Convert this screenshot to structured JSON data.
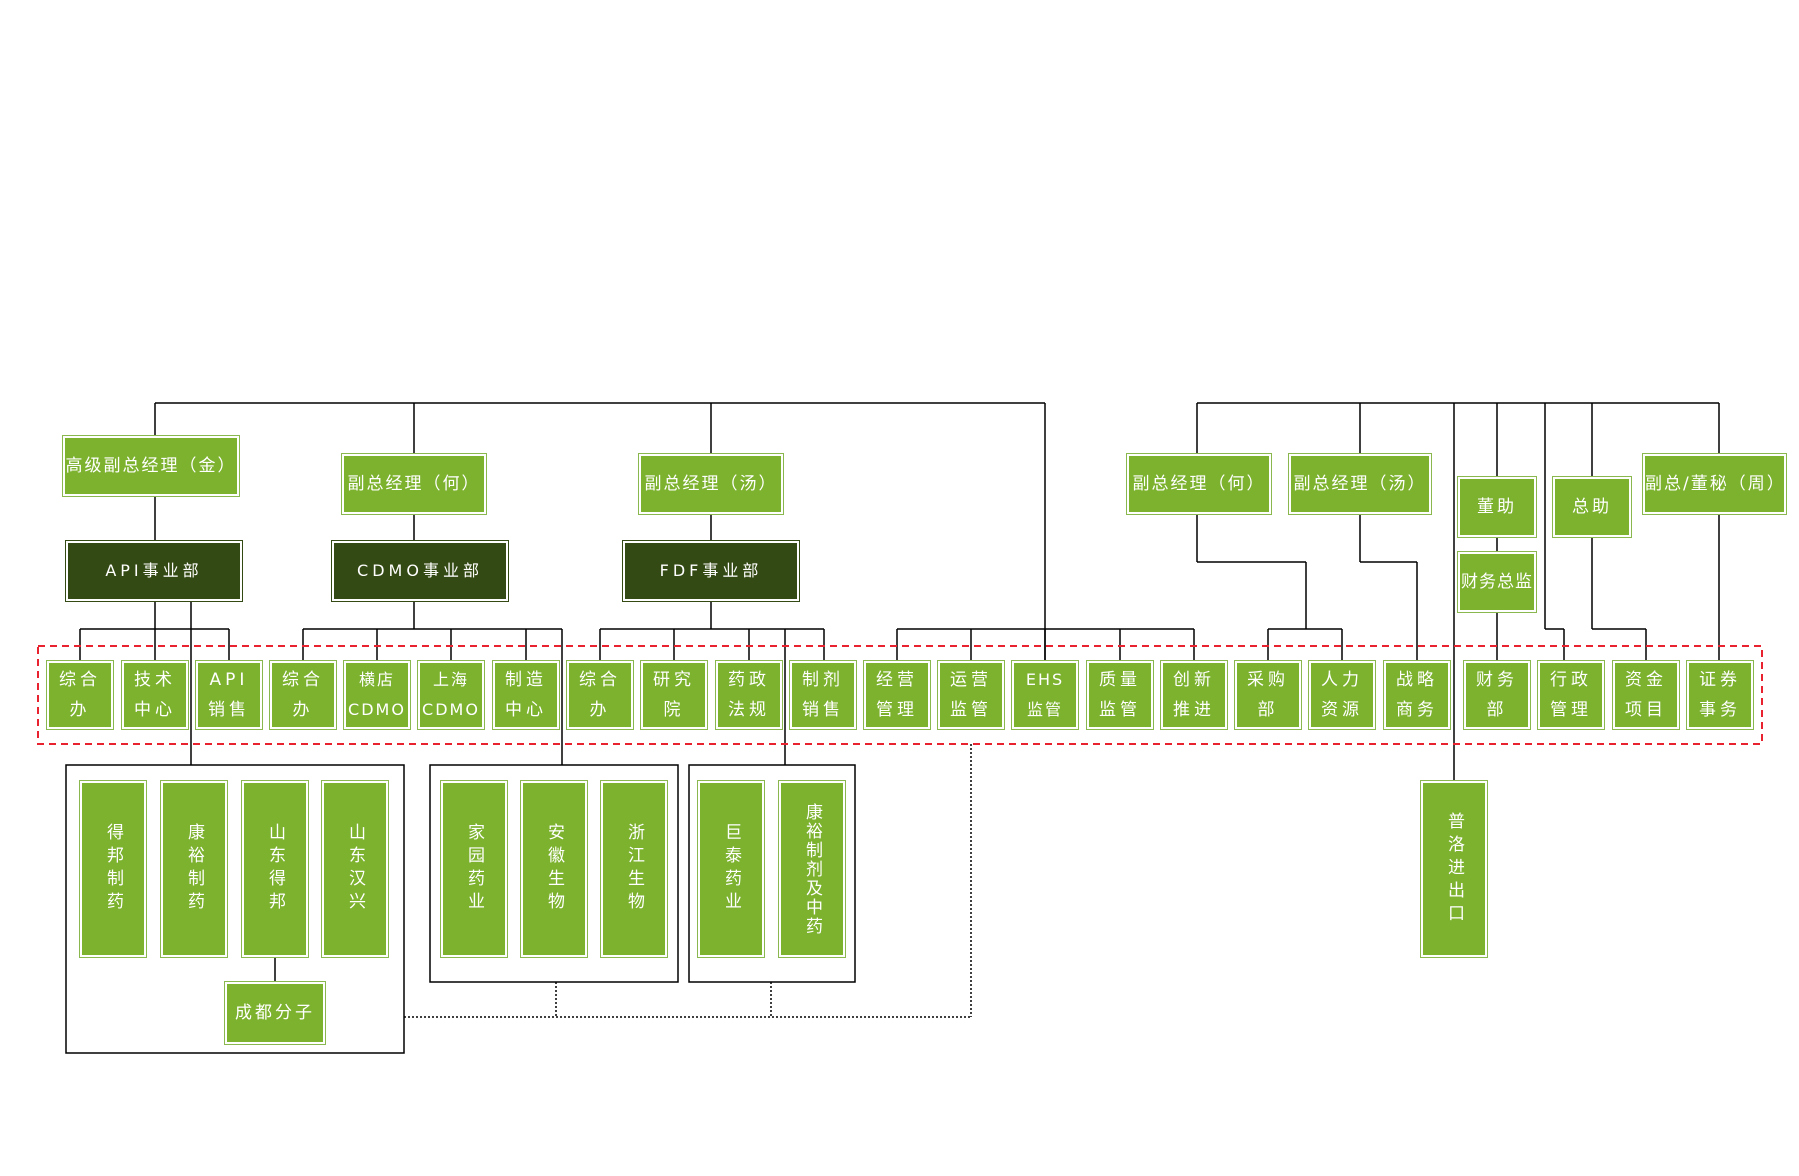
{
  "colors": {
    "node_fill": "#7cb22e",
    "node_outline": "#8ab84f",
    "division_fill": "#344a14",
    "connector": "#000000",
    "highlight_border": "#e8232f"
  },
  "executives": {
    "gm_jin": "高级副总经理（金）",
    "dgm_he_left": "副总经理（何）",
    "dgm_tang_left": "副总经理（汤）",
    "dgm_he_right": "副总经理（何）",
    "dgm_tang_right": "副总经理（汤）",
    "board_assistant": "董助",
    "general_assistant": "总助",
    "deputy_secretary_zhou": "副总/董秘（周）",
    "cfo": "财务总监"
  },
  "divisions": {
    "api": "API事业部",
    "cdmo": "CDMO事业部",
    "fdf": "FDF事业部"
  },
  "departments": [
    "综合\n办",
    "技术\n中心",
    "API\n销售",
    "综合\n办",
    "横店\nCDMO",
    "上海\nCDMO",
    "制造\n中心",
    "综合\n办",
    "研究\n院",
    "药政\n法规",
    "制剂\n销售",
    "经营\n管理",
    "运营\n监管",
    "EHS\n监管",
    "质量\n监管",
    "创新\n推进",
    "采购\n部",
    "人力\n资源",
    "战略\n商务",
    "财务\n部",
    "行政\n管理",
    "资金\n项目",
    "证券\n事务"
  ],
  "subsidiaries": {
    "api_group": [
      "得邦制药",
      "康裕制药",
      "山东得邦",
      "山东汉兴"
    ],
    "api_child": "成都分子",
    "cdmo_group": [
      "家园药业",
      "安徽生物",
      "浙江生物"
    ],
    "fdf_group": [
      "巨泰药业",
      "康裕制剂及中药"
    ],
    "import_export": "普洛进出口"
  }
}
